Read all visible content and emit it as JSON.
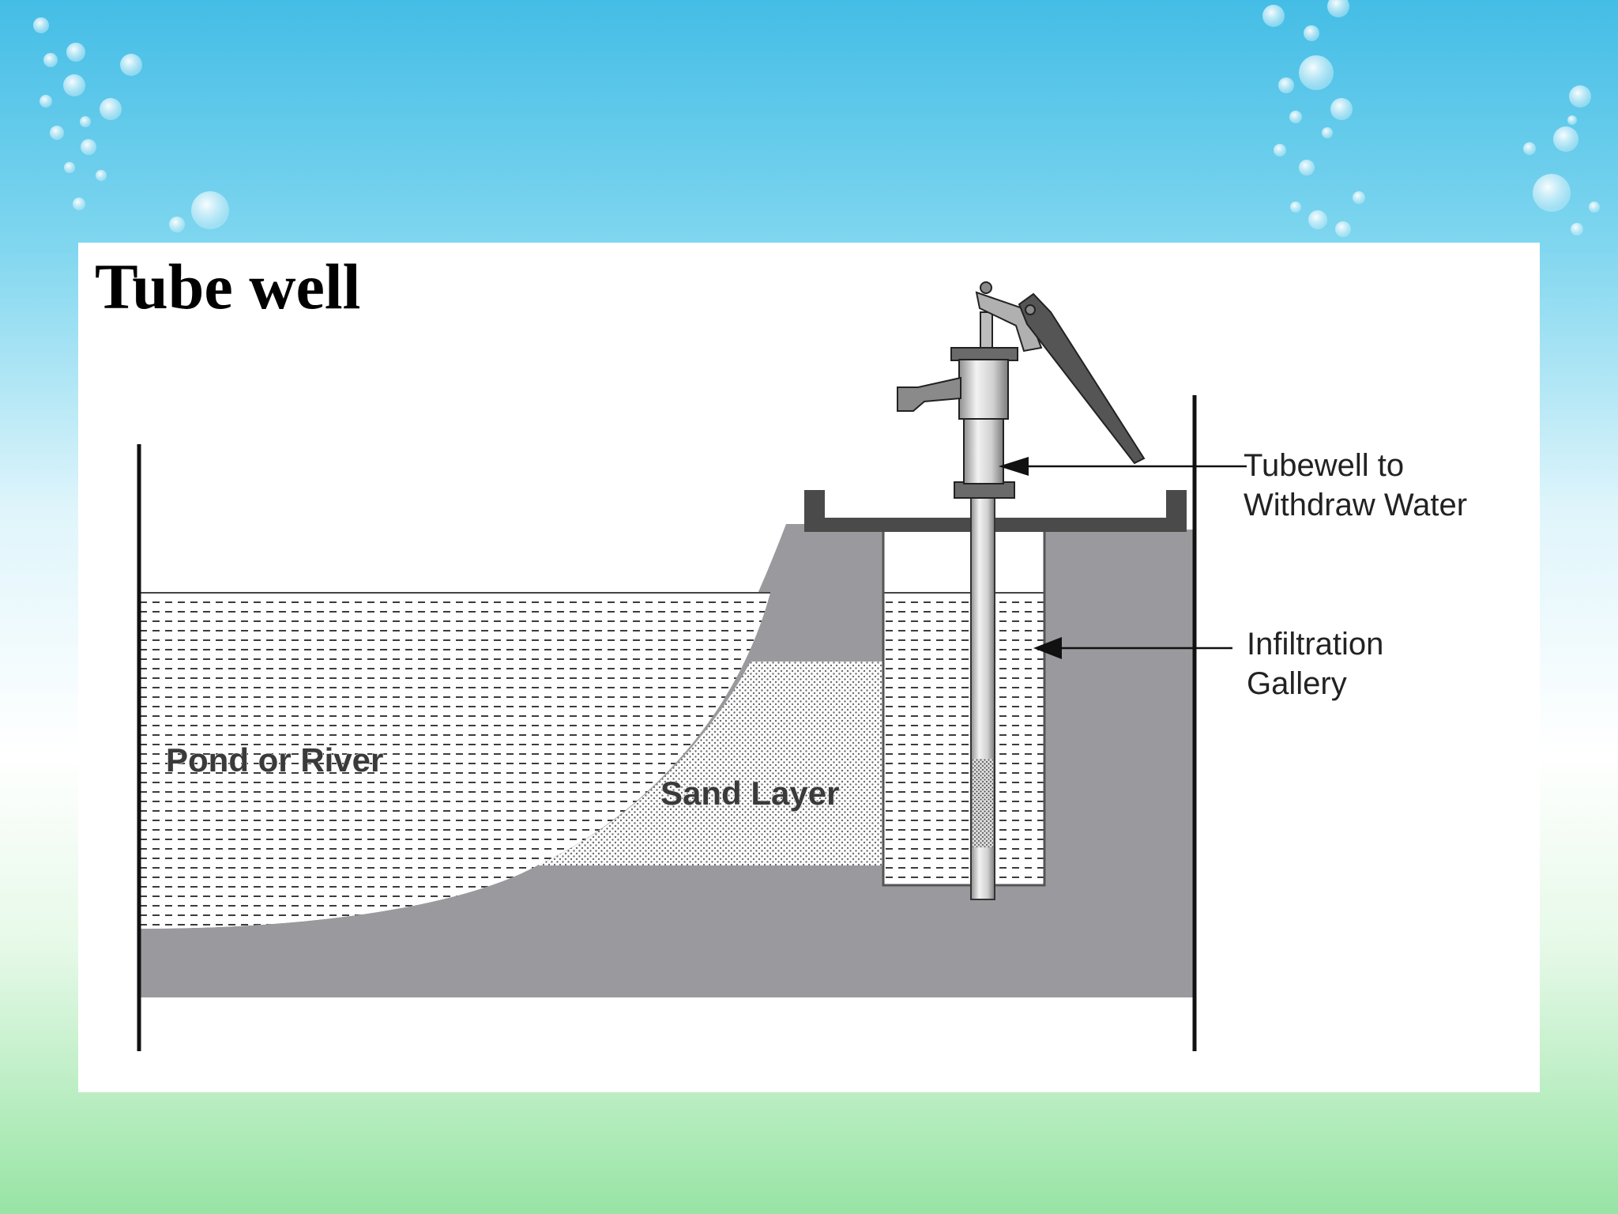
{
  "slide": {
    "title": "Tube well"
  },
  "diagram": {
    "labels": {
      "pond": "Pond or River",
      "sand": "Sand Layer"
    },
    "callouts": {
      "tubewell": [
        "Tubewell to",
        "Withdraw Water"
      ],
      "gallery": [
        "Infiltration",
        "Gallery"
      ]
    }
  },
  "colors": {
    "sky_top": "#4cc3e8",
    "sky_light": "#e8f8fc",
    "grass_bottom": "#9be6a8",
    "earth": "#9a9a9e",
    "water_dash": "#333333",
    "panel": "#ffffff"
  },
  "icons": [
    "bubble-decoration",
    "hand-pump-icon"
  ]
}
